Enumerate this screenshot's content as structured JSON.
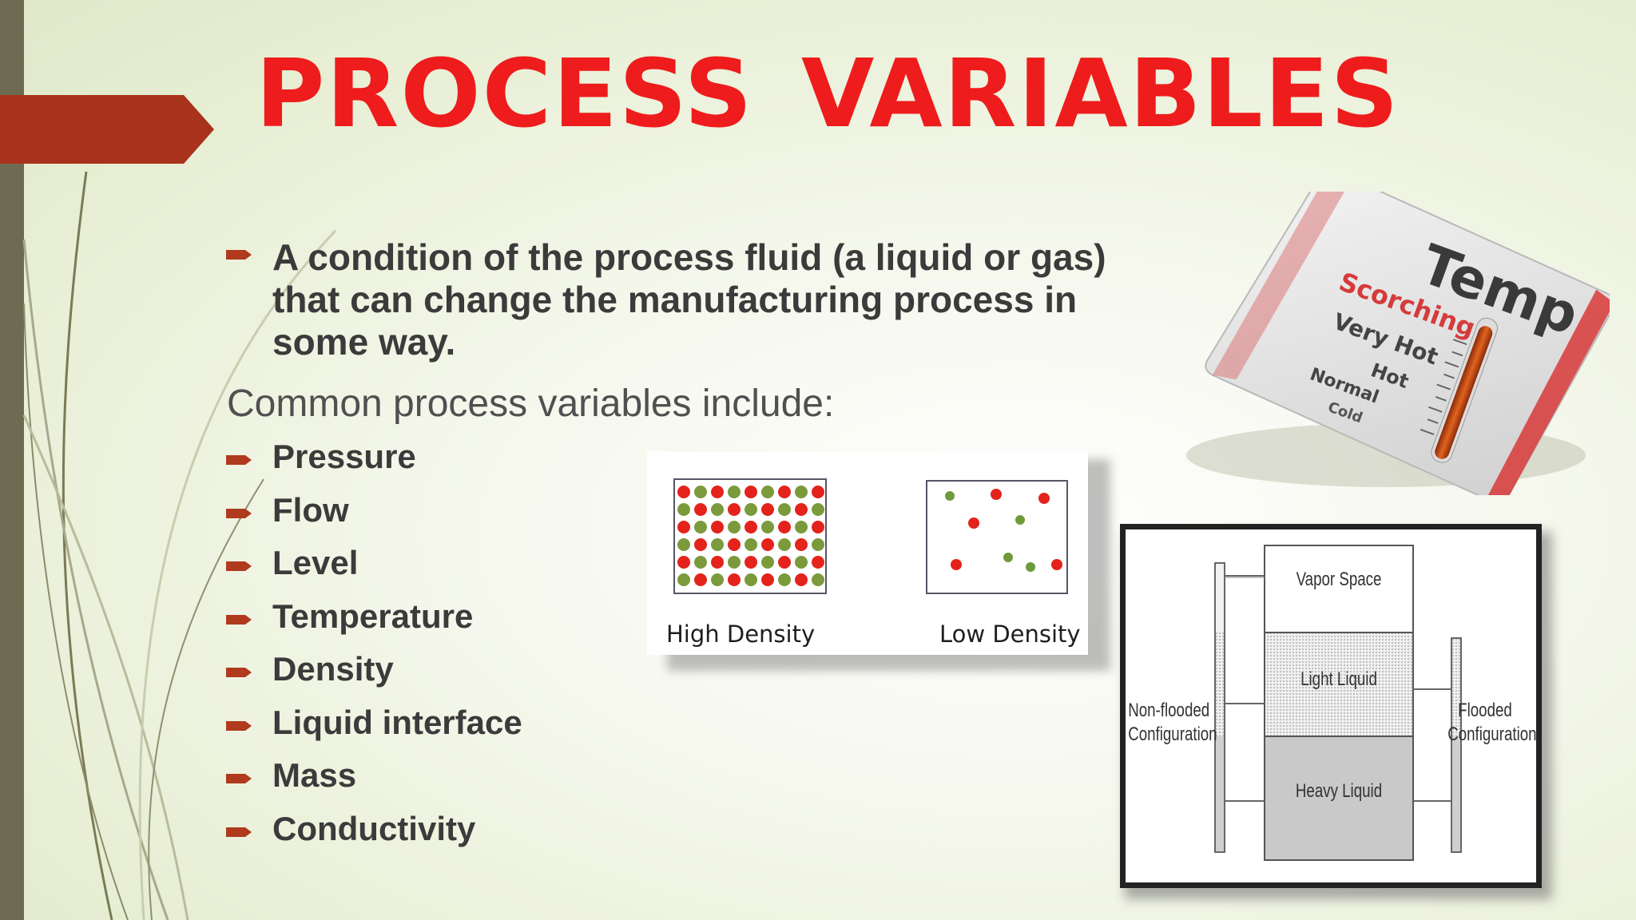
{
  "title": {
    "word1": "PROCESS",
    "word2": "VARIABLES"
  },
  "intro": "A condition of the process fluid (a liquid or gas) that can change the manufacturing process in some way.",
  "common_heading": "Common process variables include:",
  "variables": [
    "Pressure",
    "Flow",
    "Level",
    "Temperature",
    "Density",
    "Liquid interface",
    "Mass",
    "Conductivity"
  ],
  "density_figure": {
    "high_label": "High Density",
    "low_label": "Low Density"
  },
  "temp_gauge": {
    "title": "Temp",
    "levels": [
      "Scorching!",
      "Very Hot",
      "Hot",
      "Normal",
      "Cold"
    ]
  },
  "level_diagram": {
    "vapor": "Vapor Space",
    "light": "Light Liquid",
    "heavy": "Heavy Liquid",
    "left_line1": "Non-flooded",
    "left_line2": "Configuration",
    "right_line1": "Flooded",
    "right_line2": "Configuration"
  },
  "colors": {
    "title": "#ee1c1c",
    "bullet": "#b03a1e",
    "arrow": "#a8321b",
    "left_bar": "#6f6a52"
  }
}
